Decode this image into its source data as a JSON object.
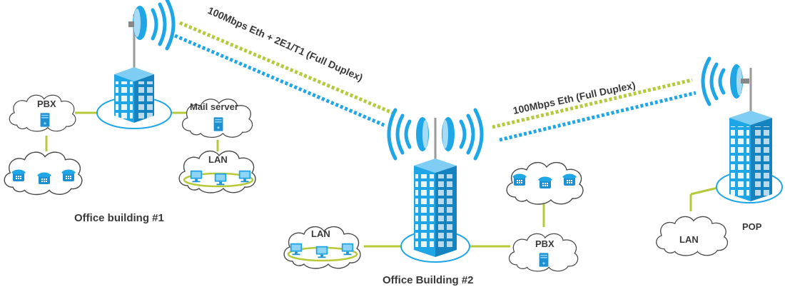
{
  "links": [
    {
      "label": "100Mbps Eth + 2E1/T1 (Full Duplex)"
    },
    {
      "label": "100Mbps Eth (Full Duplex)"
    }
  ],
  "sites": {
    "office1": {
      "title": "Office building #1",
      "pbx_label": "PBX",
      "mail_label": "Mail server",
      "lan_label": "LAN"
    },
    "office2": {
      "title": "Office Building #2",
      "lan_label": "LAN",
      "pbx_label": "PBX"
    },
    "pop": {
      "title": "POP",
      "lan_label": "LAN"
    }
  },
  "colors": {
    "link_green": "#b5c93a",
    "link_blue": "#1ea6e6",
    "building": "#1ea6e6",
    "connector": "#b5c93a"
  },
  "icons": [
    "tower-building-icon",
    "dish-antenna-icon",
    "signal-waves-icon",
    "server-icon",
    "computer-icon",
    "phone-icon",
    "cloud-icon"
  ]
}
